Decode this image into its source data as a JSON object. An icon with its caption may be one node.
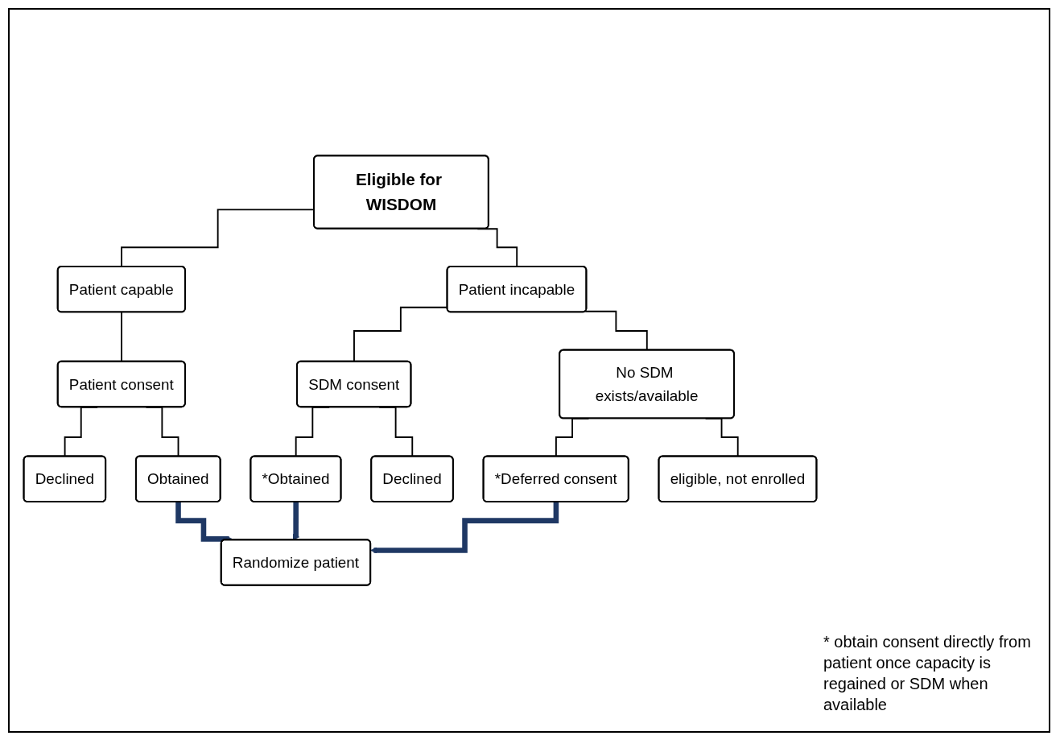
{
  "diagram": {
    "nodes": [
      {
        "text": [
          "Eligible for WISDOM"
        ]
      },
      {
        "text": [
          "Patient capable"
        ]
      },
      {
        "text": [
          "Patient incapable"
        ]
      },
      {
        "text": [
          "Patient consent"
        ]
      },
      {
        "text": [
          "SDM consent"
        ]
      },
      {
        "text": [
          "No SDM exists/available"
        ]
      },
      {
        "text": [
          "Declined"
        ]
      },
      {
        "text": [
          "Obtained"
        ]
      },
      {
        "text": [
          "*Obtained"
        ]
      },
      {
        "text": [
          "Declined"
        ]
      },
      {
        "text": [
          "*Deferred consent"
        ]
      },
      {
        "text": [
          "eligible, not enrolled"
        ]
      },
      {
        "text": [
          "Randomize patient"
        ]
      }
    ],
    "edges": [
      {
        "from": 0,
        "to": 1,
        "arrow": "none"
      },
      {
        "from": 0,
        "to": 2,
        "arrow": "none"
      },
      {
        "from": 1,
        "to": 3,
        "arrow": "none"
      },
      {
        "from": 2,
        "to": 4,
        "arrow": "none"
      },
      {
        "from": 2,
        "to": 5,
        "arrow": "none"
      },
      {
        "from": 3,
        "to": 6,
        "arrow": "none"
      },
      {
        "from": 3,
        "to": 7,
        "arrow": "none"
      },
      {
        "from": 4,
        "to": 8,
        "arrow": "none"
      },
      {
        "from": 4,
        "to": 9,
        "arrow": "none"
      },
      {
        "from": 5,
        "to": 10,
        "arrow": "none"
      },
      {
        "from": 5,
        "to": 11,
        "arrow": "none"
      },
      {
        "from": 7,
        "to": 12,
        "arrow": "to",
        "style": "thick",
        "color": "#1f3864"
      },
      {
        "from": 8,
        "to": 12,
        "arrow": "to",
        "style": "thick",
        "color": "#1f3864"
      },
      {
        "from": 10,
        "to": 12,
        "arrow": "to",
        "style": "thick",
        "color": "#1f3864"
      }
    ],
    "labels": [
      "* obtain consent directly from patient once capacity is regained or SDM when available"
    ]
  }
}
